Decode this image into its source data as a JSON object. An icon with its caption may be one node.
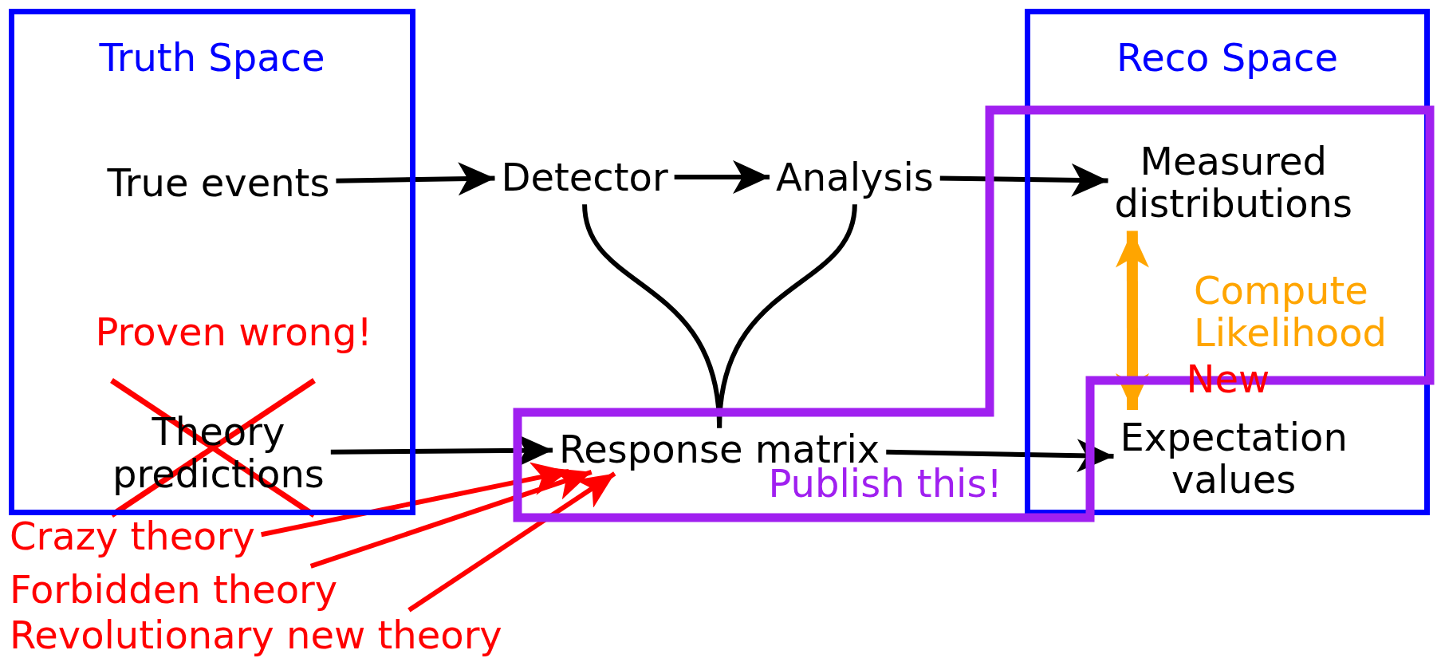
{
  "diagram": {
    "nodes": [
      {
        "text": [
          "Truth Space"
        ]
      },
      {
        "text": [
          "Reco Space"
        ]
      },
      {
        "text": [
          "Publish this!"
        ]
      },
      {
        "text": [
          "True events"
        ],
        "in": 0
      },
      {
        "text": [
          "Detector"
        ]
      },
      {
        "text": [
          "Analysis"
        ]
      },
      {
        "text": [
          "Measured distributions"
        ],
        "in": 1
      },
      {
        "text": [
          "Theory predictions"
        ],
        "in": 0,
        "beside": [
          "Proven wrong!"
        ]
      },
      {
        "text": [
          "Response matrix"
        ],
        "in": 2
      },
      {
        "text": [
          "Expectation values"
        ],
        "in": 1,
        "beside": [
          "New"
        ]
      },
      {
        "text": [
          "Crazy theory"
        ]
      },
      {
        "text": [
          "Forbidden theory"
        ]
      },
      {
        "text": [
          "Revolutionary new theory"
        ]
      }
    ],
    "edges": [
      {
        "from": 3,
        "to": 4,
        "arrow": "to"
      },
      {
        "from": 4,
        "to": 5,
        "arrow": "to"
      },
      {
        "from": 5,
        "to": 6,
        "arrow": "to"
      },
      {
        "from": 7,
        "to": 8,
        "arrow": "to"
      },
      {
        "from": 8,
        "to": 9,
        "arrow": "to"
      },
      {
        "from": 4,
        "to": 8,
        "arrow": "none"
      },
      {
        "from": 5,
        "to": 8,
        "arrow": "none"
      },
      {
        "from": 6,
        "to": 9,
        "arrow": "both",
        "label": "Compute Likelihood",
        "style": "thick",
        "color": "#ffa500"
      },
      {
        "from": 10,
        "to": 8,
        "arrow": "to",
        "color": "#ff0000"
      },
      {
        "from": 11,
        "to": 8,
        "arrow": "to",
        "color": "#ff0000"
      },
      {
        "from": 12,
        "to": 8,
        "arrow": "to",
        "color": "#ff0000"
      }
    ]
  }
}
